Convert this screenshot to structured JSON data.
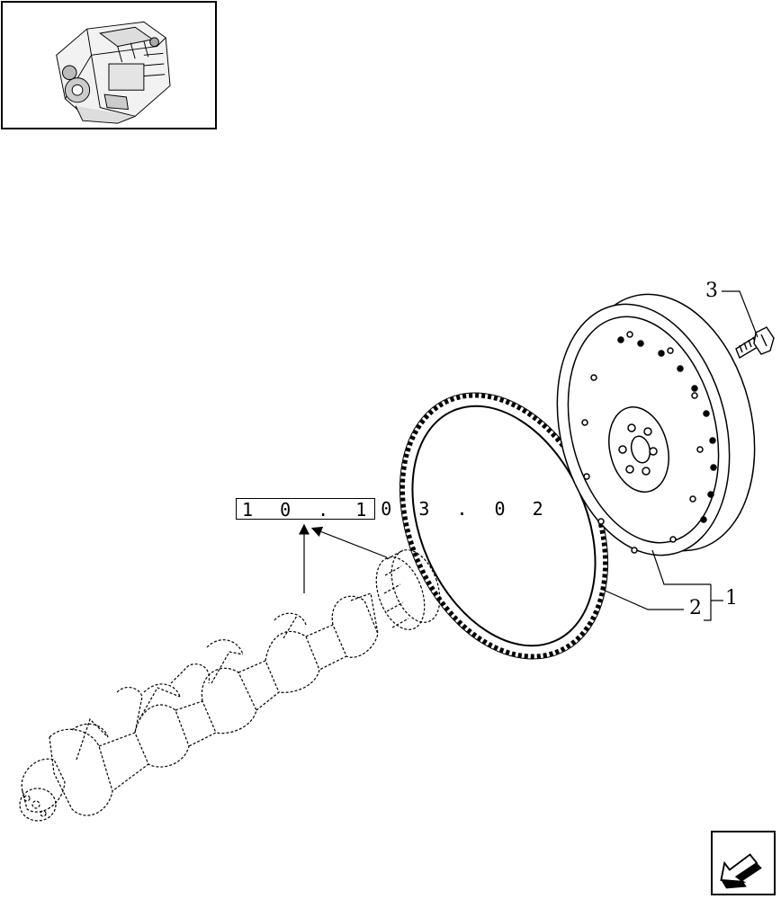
{
  "reference": {
    "boxed": "1 0 . 1",
    "rest": "0 3 . 0 2"
  },
  "callouts": {
    "flywheel": "1",
    "ring_gear": "2",
    "bolt": "3"
  },
  "thumbnail": {
    "icon": "engine-icon"
  },
  "navigation": {
    "icon": "previous-page-arrow-icon"
  },
  "colors": {
    "line": "#000000",
    "background": "#ffffff"
  }
}
